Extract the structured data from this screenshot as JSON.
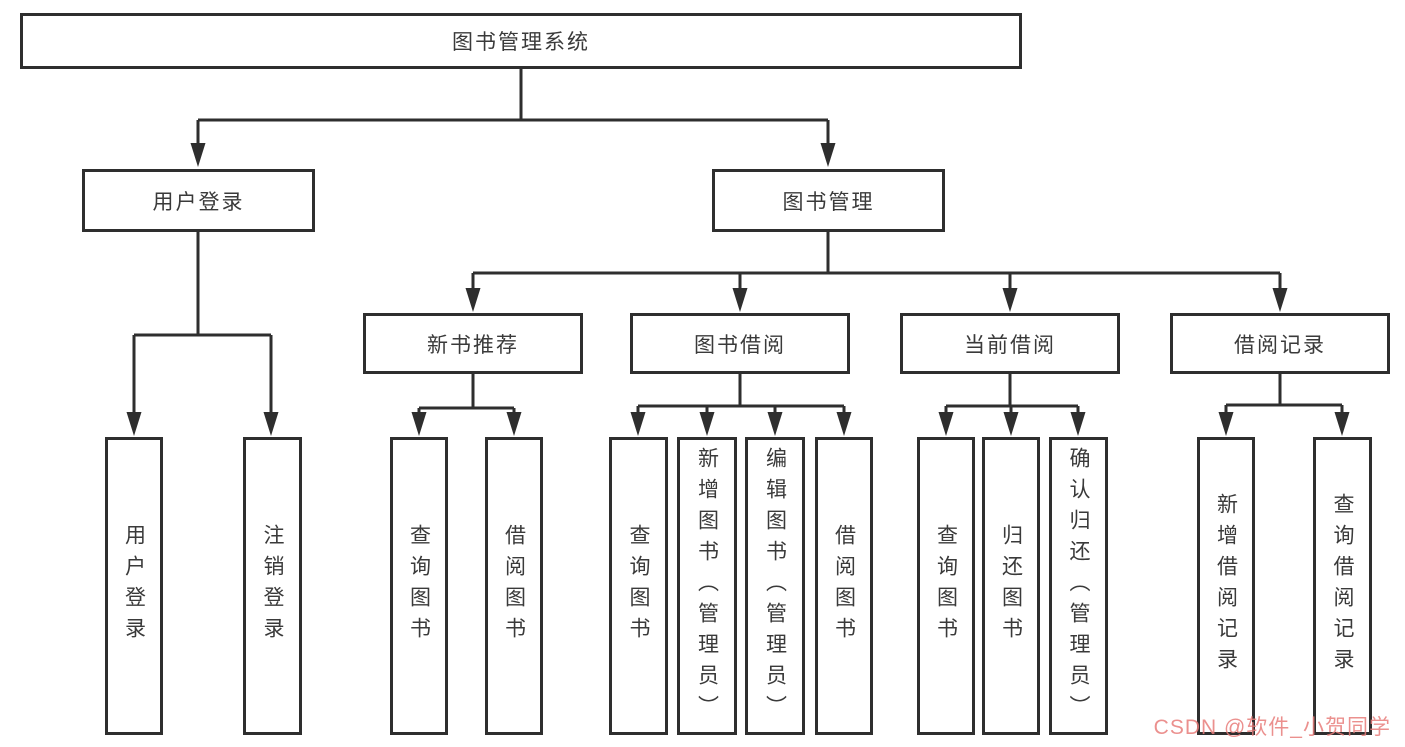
{
  "colors": {
    "line": "#2e2e2e",
    "box_border": "#2e2e2e",
    "text": "#3a3a3a",
    "background": "#ffffff",
    "watermark": "#e87d7a"
  },
  "watermark": {
    "text": "CSDN @软件_小贺同学"
  },
  "tree": {
    "root": {
      "label": "图书管理系统",
      "children": [
        {
          "label": "用户登录",
          "children": [
            {
              "label": "用户登录"
            },
            {
              "label": "注销登录"
            }
          ]
        },
        {
          "label": "图书管理",
          "children": [
            {
              "label": "新书推荐",
              "children": [
                {
                  "label": "查询图书"
                },
                {
                  "label": "借阅图书"
                }
              ]
            },
            {
              "label": "图书借阅",
              "children": [
                {
                  "label": "查询图书"
                },
                {
                  "label": "新增图书（管理员）"
                },
                {
                  "label": "编辑图书（管理员）"
                },
                {
                  "label": "借阅图书"
                }
              ]
            },
            {
              "label": "当前借阅",
              "children": [
                {
                  "label": "查询图书"
                },
                {
                  "label": "归还图书"
                },
                {
                  "label": "确认归还（管理员）"
                }
              ]
            },
            {
              "label": "借阅记录",
              "children": [
                {
                  "label": "新增借阅记录"
                },
                {
                  "label": "查询借阅记录"
                }
              ]
            }
          ]
        }
      ]
    }
  }
}
